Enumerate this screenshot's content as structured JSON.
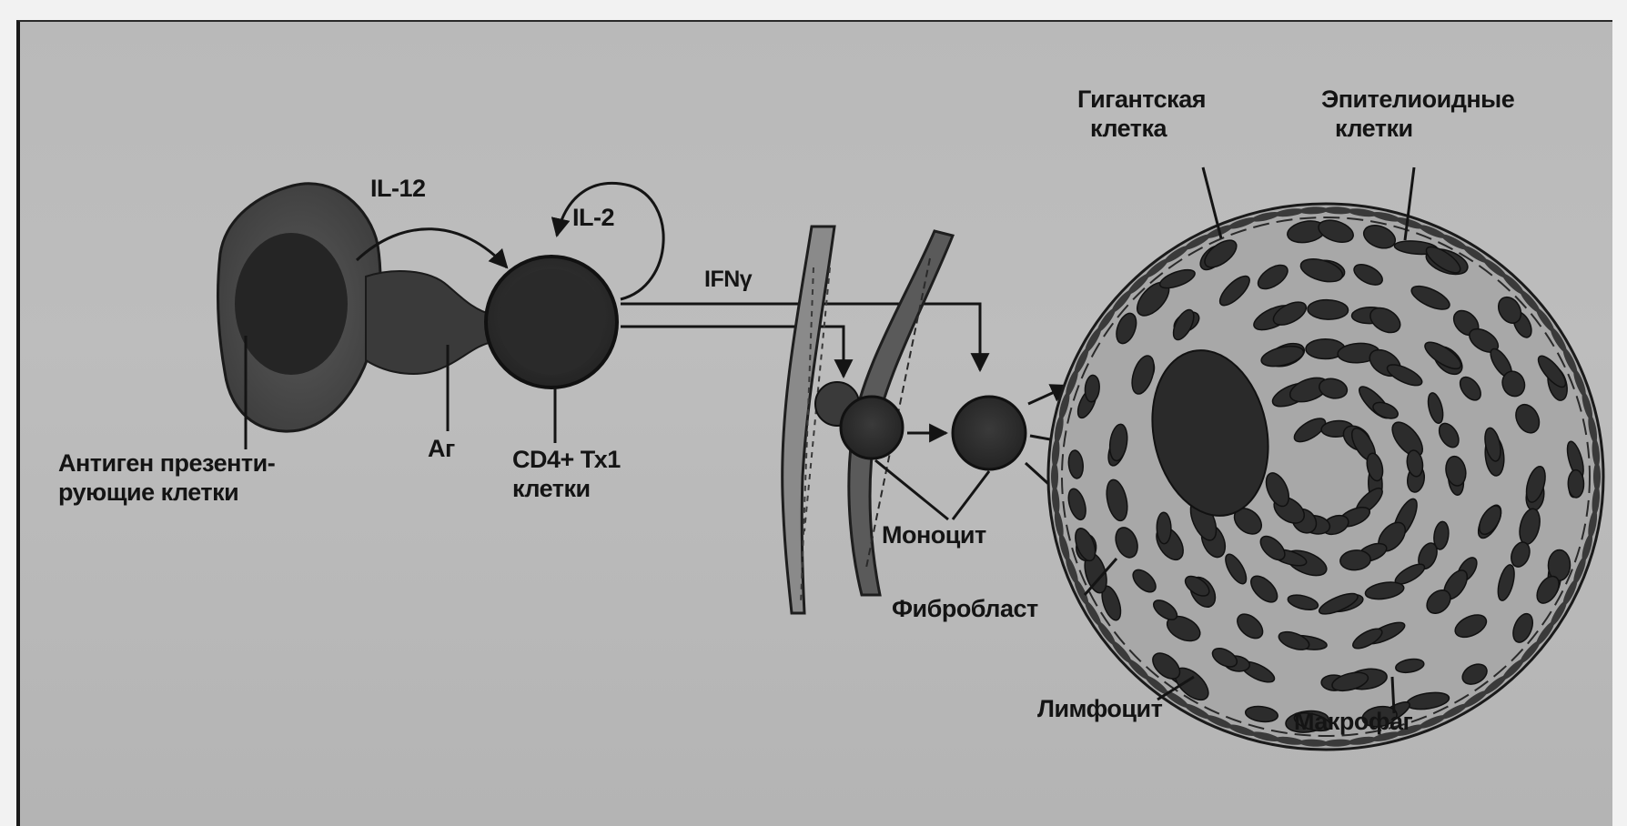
{
  "labels": {
    "il12": "IL-12",
    "il2": "IL-2",
    "ifn": "IFNγ",
    "apc_line1": "Антиген презенти-",
    "apc_line2": "рующие клетки",
    "ag": "Аг",
    "cd4_line1": "CD4+ Тх1",
    "cd4_line2": "клетки",
    "monocyte": "Моноцит",
    "giant_line1": "Гигантская",
    "giant_line2": "клетка",
    "epith_line1": "Эпителиоидные",
    "epith_line2": "клетки",
    "fibroblast": "Фибробласт",
    "lymphocyte": "Лимфоцит",
    "macrophage": "Макрофаг"
  },
  "colors": {
    "background": "#bcbcbc",
    "ink": "#141414",
    "apc_body": "#4a4a4a",
    "apc_nucleus": "#262626",
    "cell_dark": "#2b2b2b"
  }
}
